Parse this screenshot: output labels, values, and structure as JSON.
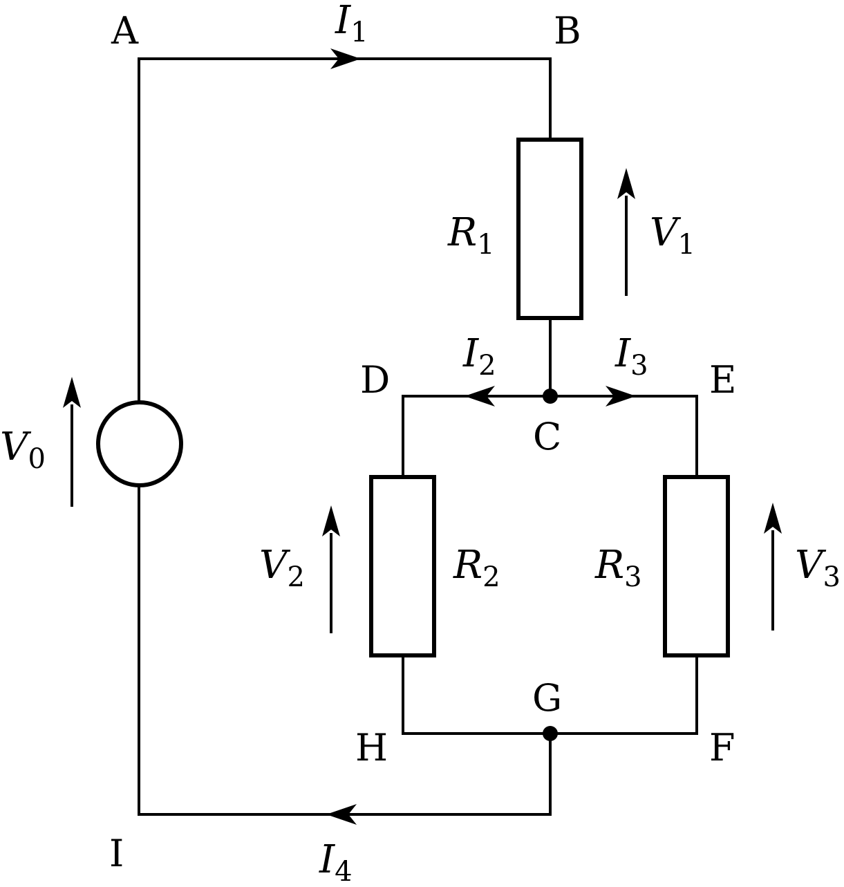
{
  "nodes": {
    "A": "A",
    "B": "B",
    "C": "C",
    "D": "D",
    "E": "E",
    "F": "F",
    "G": "G",
    "H": "H",
    "I": "I"
  },
  "resistors": {
    "R1": {
      "symbol": "R",
      "sub": "1"
    },
    "R2": {
      "symbol": "R",
      "sub": "2"
    },
    "R3": {
      "symbol": "R",
      "sub": "3"
    }
  },
  "voltages": {
    "V0": {
      "symbol": "V",
      "sub": "0"
    },
    "V1": {
      "symbol": "V",
      "sub": "1"
    },
    "V2": {
      "symbol": "V",
      "sub": "2"
    },
    "V3": {
      "symbol": "V",
      "sub": "3"
    }
  },
  "currents": {
    "I1": {
      "symbol": "I",
      "sub": "1"
    },
    "I2": {
      "symbol": "I",
      "sub": "2"
    },
    "I3": {
      "symbol": "I",
      "sub": "3"
    },
    "I4": {
      "symbol": "I",
      "sub": "4"
    }
  }
}
